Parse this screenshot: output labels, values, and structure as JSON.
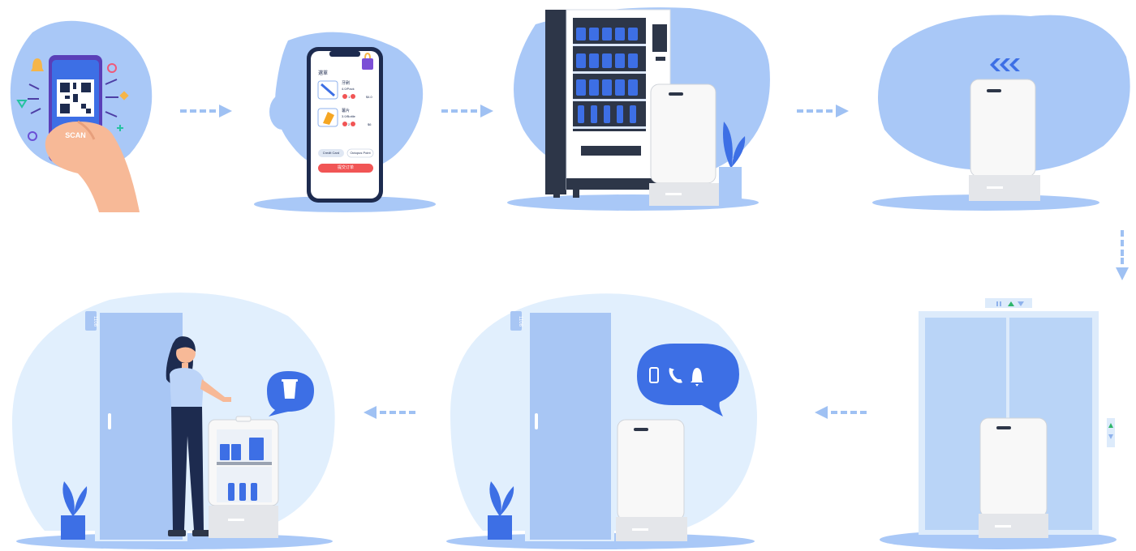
{
  "phone_scan": {
    "scan_label": "SCAN"
  },
  "order_app": {
    "header": "選單",
    "items": [
      {
        "name": "牙刷",
        "unit": "4.0/Pack",
        "qty": "1",
        "price": "$4.0"
      },
      {
        "name": "薯片",
        "unit": "3.0/Bottle",
        "qty": "2",
        "price": "$6"
      }
    ],
    "payment_options": [
      "Credit Card",
      "Octopus Point"
    ],
    "submit_label": "提交订单"
  },
  "doors": {
    "room_a": "1108",
    "room_b": "1108"
  },
  "colors": {
    "blob_blue": "#a9c8f7",
    "blob_light": "#e1effd",
    "door_blue": "#a8c6f4",
    "accent_blue": "#3d6fe5",
    "navy": "#1d2b4f",
    "robot_white": "#f8f8f8",
    "red_button": "#f15555"
  },
  "icons": [
    "qr-code-icon",
    "shopping-bag-icon",
    "chevrons-left-icon",
    "phone-icon",
    "call-icon",
    "bell-icon",
    "cup-icon",
    "elevator-arrows-icon"
  ]
}
